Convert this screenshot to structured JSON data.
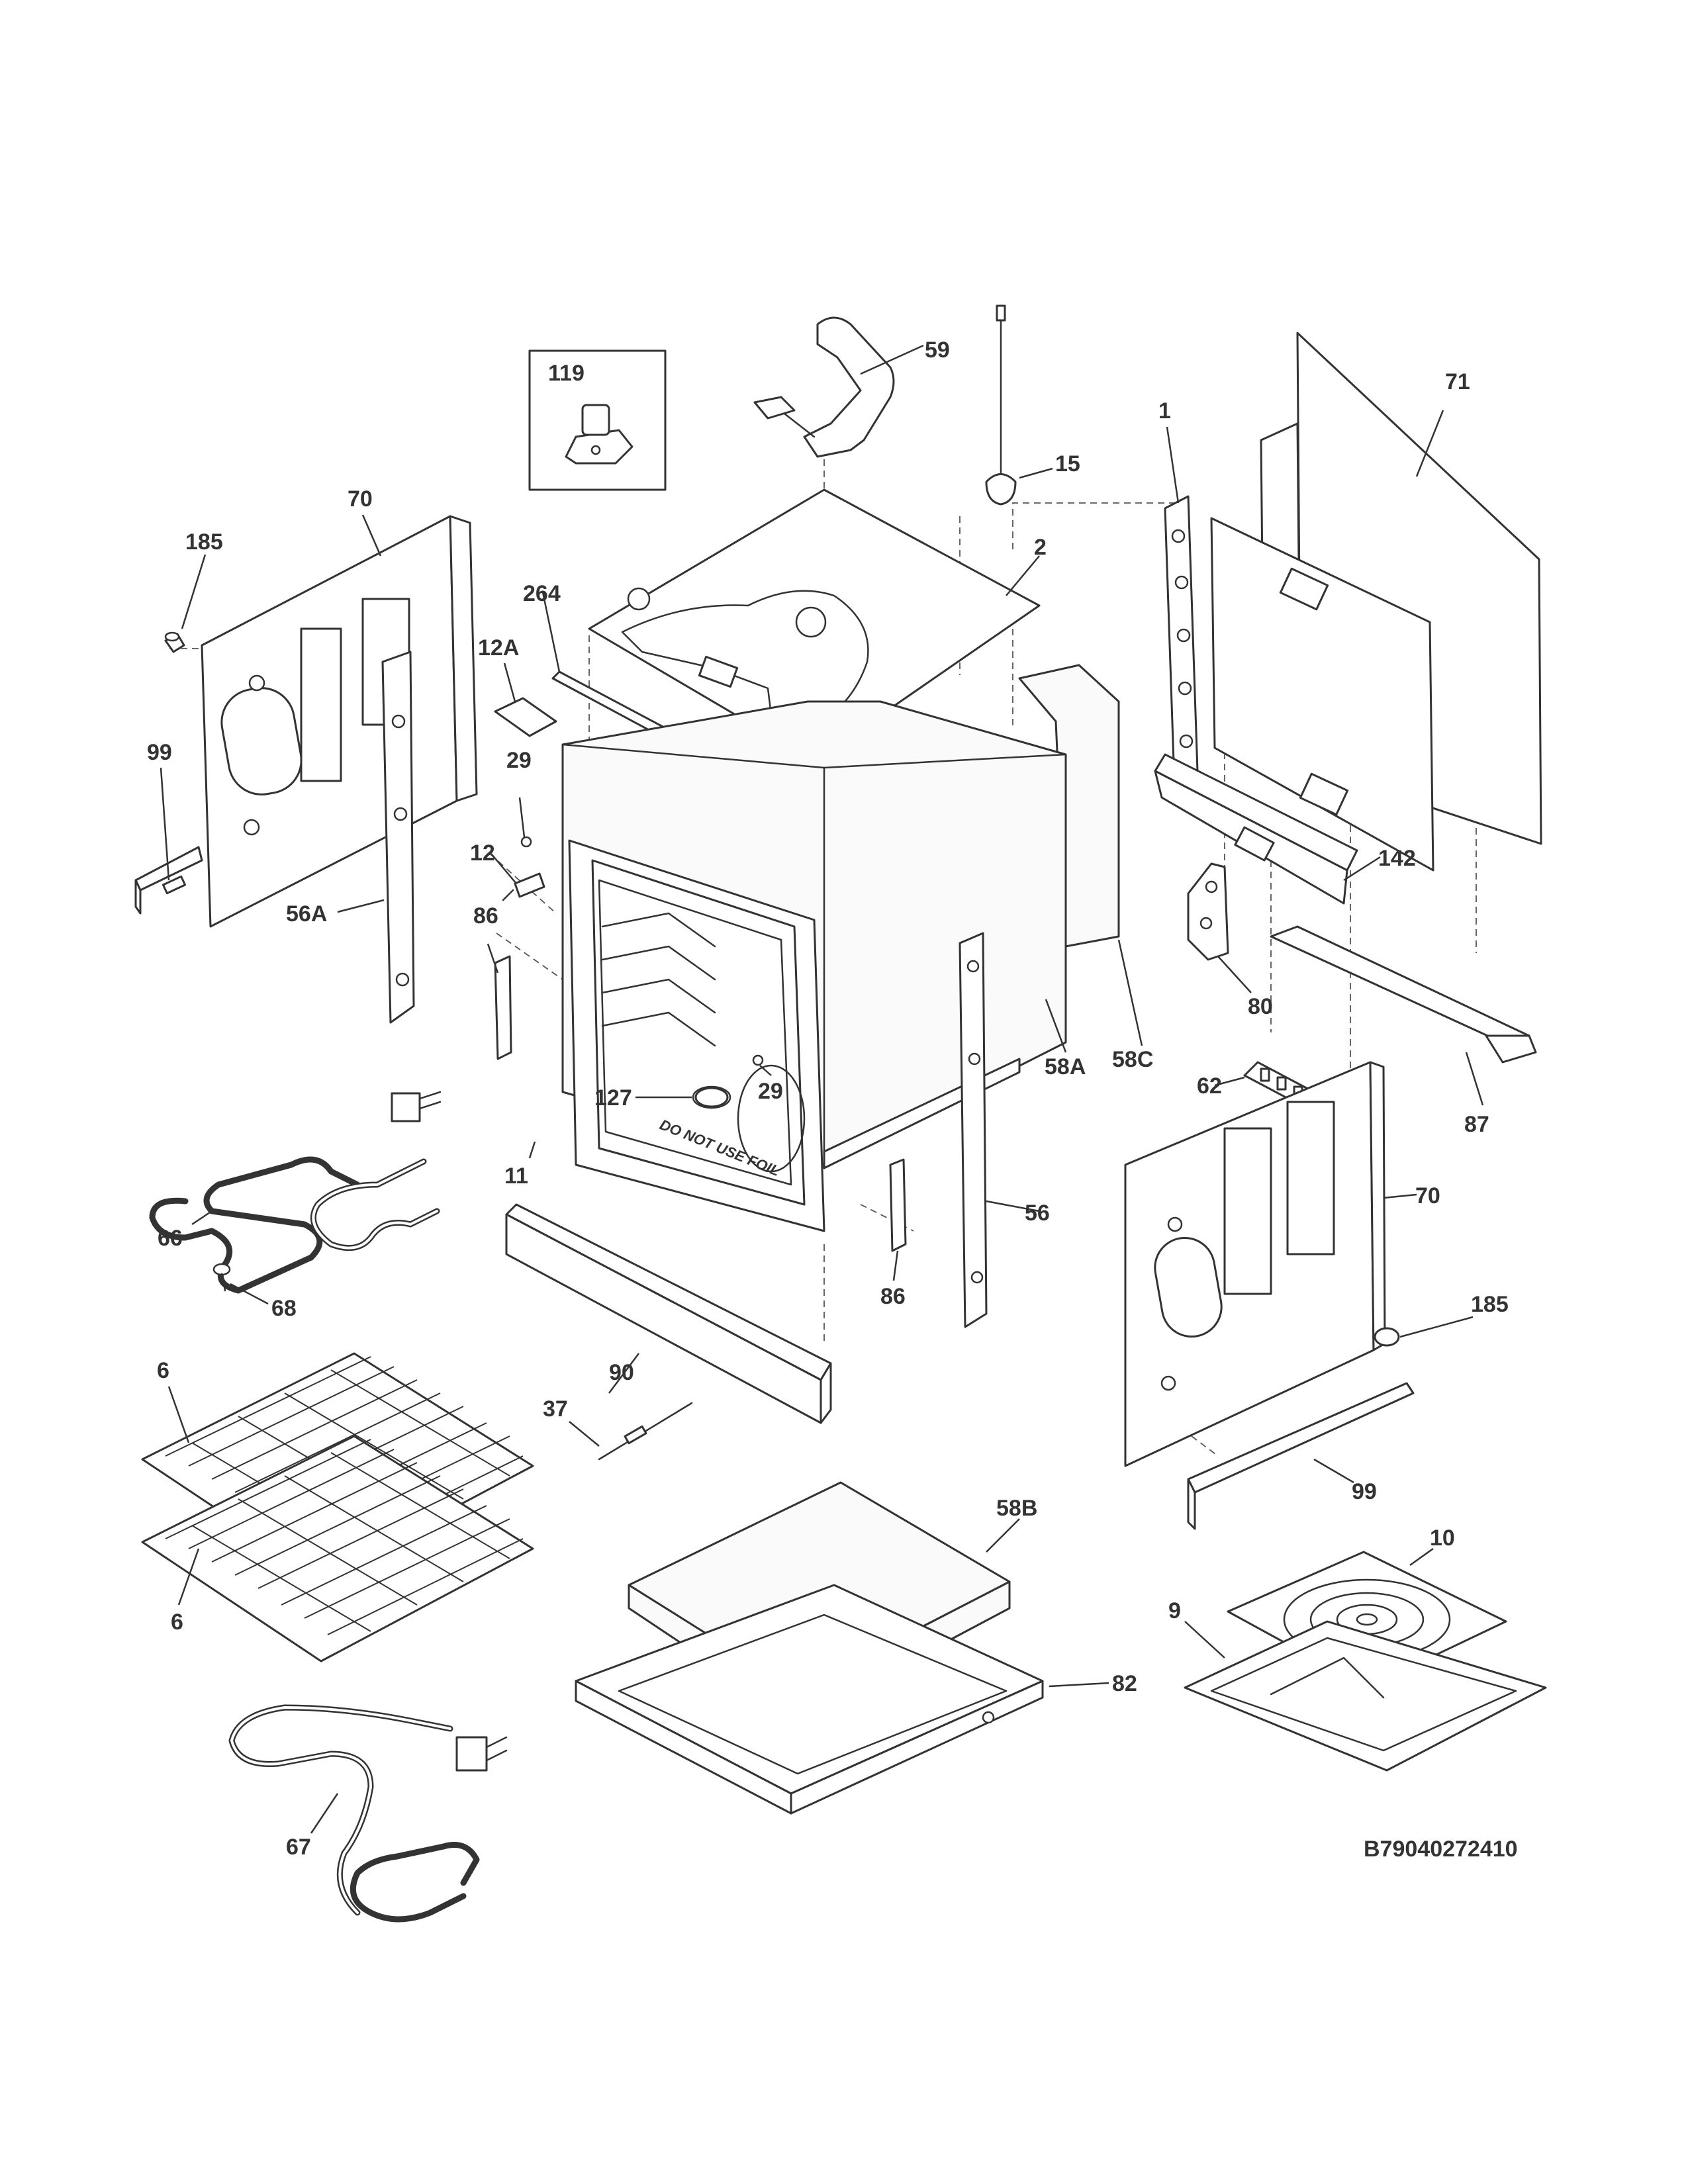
{
  "diagram": {
    "drawing_code": "B79040272410",
    "warning_text": "DO NOT USE FOIL",
    "callouts": {
      "c119": "119",
      "c59": "59",
      "c15": "15",
      "c71": "71",
      "c1": "1",
      "c2": "2",
      "c70a": "70",
      "c185a": "185",
      "c264": "264",
      "c12A": "12A",
      "c29a": "29",
      "c99a": "99",
      "c12": "12",
      "c56A": "56A",
      "c86a": "86",
      "c127": "127",
      "c29b": "29",
      "c142": "142",
      "c80": "80",
      "c58C": "58C",
      "c58A": "58A",
      "c62": "62",
      "c87": "87",
      "c11": "11",
      "c66": "66",
      "c56": "56",
      "c70b": "70",
      "c68": "68",
      "c86b": "86",
      "c185b": "185",
      "c6a": "6",
      "c90": "90",
      "c37": "37",
      "c58B": "58B",
      "c99b": "99",
      "c10": "10",
      "c6b": "6",
      "c9": "9",
      "c82": "82",
      "c67": "67"
    }
  }
}
